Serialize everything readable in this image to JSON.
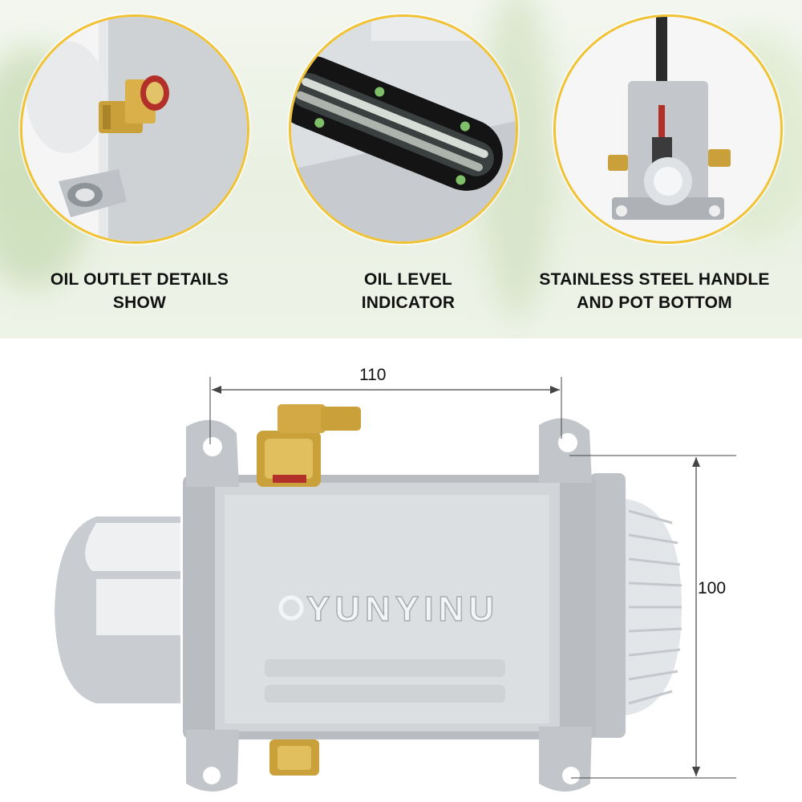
{
  "details": [
    {
      "caption_line1": "OIL OUTLET DETAILS",
      "caption_line2": "SHOW"
    },
    {
      "caption_line1": "OIL LEVEL",
      "caption_line2": "INDICATOR"
    },
    {
      "caption_line1": "STAINLESS STEEL HANDLE",
      "caption_line2": "AND POT BOTTOM"
    }
  ],
  "product": {
    "brand_text": "YUNYINU"
  },
  "dimensions": {
    "width_label": "110",
    "height_label": "100"
  },
  "colors": {
    "circle_border": "#f1c232",
    "metal": "#c8ccd0",
    "brass": "#c9a03a"
  }
}
